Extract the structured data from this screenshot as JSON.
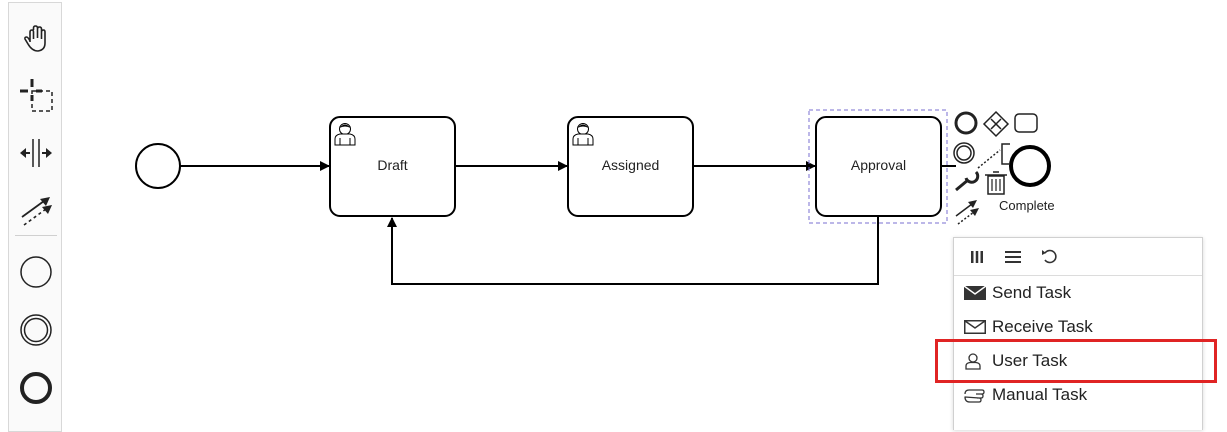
{
  "diagram": {
    "tasks": [
      {
        "id": "draft",
        "label": "Draft",
        "type": "user"
      },
      {
        "id": "assigned",
        "label": "Assigned",
        "type": "user"
      },
      {
        "id": "approval",
        "label": "Approval",
        "type": "generic"
      }
    ],
    "end_event_label": "Complete"
  },
  "palette": {
    "tools": [
      "hand-tool",
      "lasso-tool",
      "space-tool",
      "global-connect-tool",
      "create-start-event",
      "create-intermediate-event",
      "create-end-event"
    ]
  },
  "context_pad": {
    "items": [
      "append-end-event",
      "append-gateway",
      "append-task",
      "append-intermediate-event",
      "append-text-annotation",
      "connect",
      "delete"
    ]
  },
  "replace_menu": {
    "header_buttons": [
      "parallel-multi-instance",
      "sequential-multi-instance",
      "loop"
    ],
    "items": [
      {
        "label": "Send Task",
        "icon": "envelope-filled-icon"
      },
      {
        "label": "Receive Task",
        "icon": "envelope-outline-icon"
      },
      {
        "label": "User Task",
        "icon": "user-icon"
      },
      {
        "label": "Manual Task",
        "icon": "hand-icon"
      }
    ],
    "highlighted_item": "User Task",
    "highlight_color": "#e02424"
  }
}
